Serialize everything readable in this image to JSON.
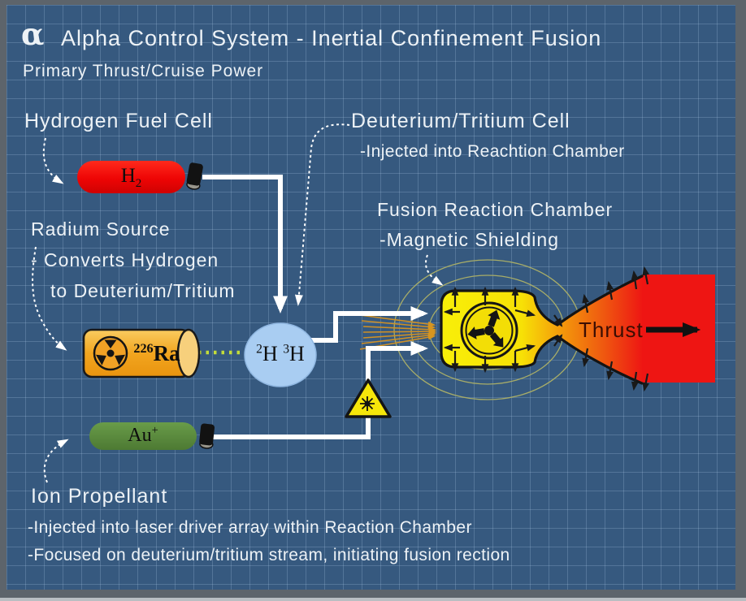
{
  "colors": {
    "background": "#36597f",
    "grid": "#5a7ba3",
    "frame": "#5d646b",
    "frame_bottom_strip": "#b9bec2",
    "text": "#edf2f6",
    "pipe": "#ffffff",
    "h2_tank": "#ee0505",
    "ion_tank": "#5a8a3f",
    "radium_body": "#f2a51f",
    "dt_droplet": "#a9cdf2",
    "chamber_yellow": "#f8ee06",
    "nozzle_orange": "#f1750d",
    "plume_red": "#ee1513",
    "field_lines": "#a8ad68",
    "laser_beam": "#cf9025",
    "warning_yellow": "#f6e60a",
    "dotted_beam": "#c3dc3a",
    "thrust_text": "#3c0e03"
  },
  "header": {
    "alpha": "α",
    "title": "Alpha Control System - Inertial Confinement Fusion",
    "subtitle": "Primary Thrust/Cruise Power"
  },
  "annotations": {
    "hydrogen_cell": "Hydrogen Fuel Cell",
    "dt_cell": "Deuterium/Tritium Cell",
    "dt_cell_note": "-Injected into Reachtion Chamber",
    "radium_line1": "Radium Source",
    "radium_line2": "- Converts Hydrogen",
    "radium_line3": "to Deuterium/Tritium",
    "fusion_line1": "Fusion Reaction Chamber",
    "fusion_line2": "-Magnetic Shielding",
    "ion_line1": "Ion Propellant",
    "ion_line2": "-Injected into laser driver array within Reaction Chamber",
    "ion_line3": "-Focused on deuterium/tritium stream, initiating fusion rection",
    "thrust": "Thrust"
  },
  "components": {
    "h2_tank": {
      "symbol": "H",
      "subscript": "2"
    },
    "radium_source": {
      "superscript": "226",
      "symbol": "Ra"
    },
    "dt_droplet": {
      "sup1": "2",
      "sym1": "H",
      "sup2": "3",
      "sym2": "H"
    },
    "ion_tank": {
      "symbol": "Au",
      "superscript": "+"
    }
  },
  "icons": {
    "radiation": "radiation-trefoil",
    "laser": "laser-warning",
    "valve": "tank-valve"
  }
}
